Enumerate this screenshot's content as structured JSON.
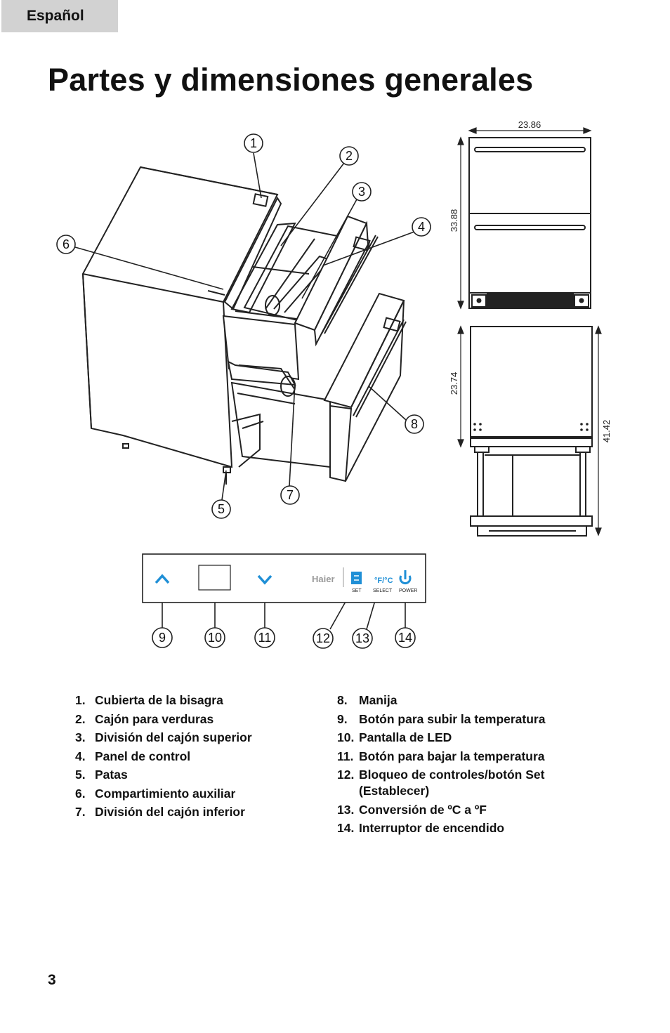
{
  "header": {
    "language_tab": "Español"
  },
  "title": "Partes y dimensiones generales",
  "diagram": {
    "callouts": [
      "1",
      "2",
      "3",
      "4",
      "5",
      "6",
      "7",
      "8",
      "9",
      "10",
      "11",
      "12",
      "13",
      "14"
    ],
    "dimensions": {
      "width": "23.86",
      "height": "33.88",
      "depth_cabinet": "23.74",
      "depth_open": "41.42"
    },
    "control_panel": {
      "brand": "Haier",
      "set": "SET",
      "select": "SELECT",
      "power": "POWER",
      "unit_toggle": "°F/°C"
    }
  },
  "parts_left": [
    {
      "num": "1.",
      "label": "Cubierta de la bisagra"
    },
    {
      "num": "2.",
      "label": "Cajón para verduras"
    },
    {
      "num": "3.",
      "label": "División del cajón superior"
    },
    {
      "num": "4.",
      "label": "Panel de control"
    },
    {
      "num": "5.",
      "label": "Patas"
    },
    {
      "num": "6.",
      "label": "Compartimiento auxiliar"
    },
    {
      "num": "7.",
      "label": "División del cajón inferior"
    }
  ],
  "parts_right": [
    {
      "num": "8.",
      "label": "Manija"
    },
    {
      "num": "9.",
      "label": "Botón para subir la temperatura"
    },
    {
      "num": "10.",
      "label": "Pantalla de LED"
    },
    {
      "num": "11.",
      "label": "Botón para bajar la temperatura"
    },
    {
      "num": "12.",
      "label": "Bloqueo de controles/botón Set (Establecer)"
    },
    {
      "num": "13.",
      "label": "Conversión de ºC a ºF"
    },
    {
      "num": "14.",
      "label": "Interruptor de encendido"
    }
  ],
  "page_number": "3",
  "colors": {
    "tab_bg": "#d2d2d2",
    "panel_blue": "#1f8fd6",
    "line": "#222222"
  }
}
